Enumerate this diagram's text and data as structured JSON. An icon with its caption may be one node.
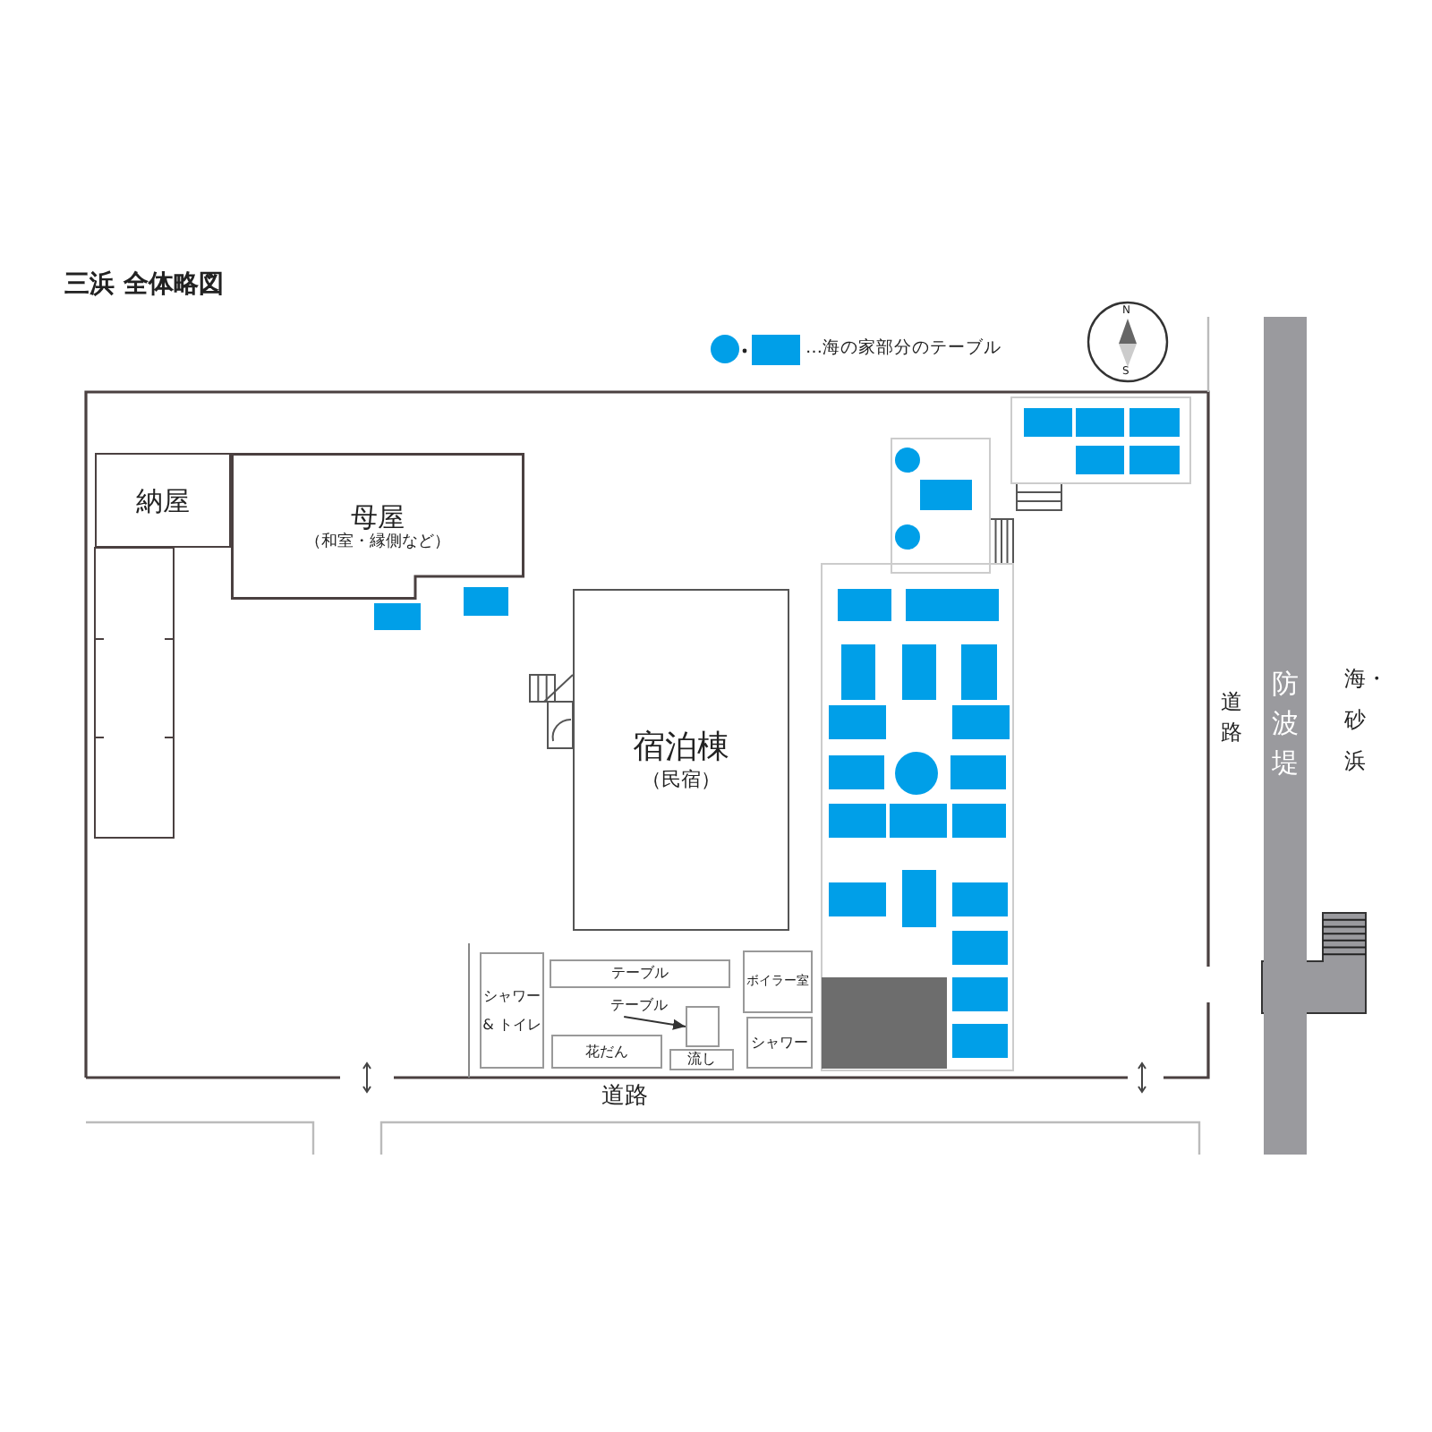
{
  "diagram": {
    "title": "三浜 全体略図",
    "nodes": [
      {
        "text": [
          "納屋"
        ]
      },
      {
        "text": [
          "母屋",
          "（和室・縁側など）"
        ]
      },
      {
        "text": [
          "宿泊棟",
          "（民宿）"
        ]
      },
      {
        "text": [
          "シャワー & トイレ"
        ]
      },
      {
        "text": [
          "テーブル"
        ]
      },
      {
        "text": [
          "テーブル"
        ]
      },
      {
        "text": [],
        "shape": "box"
      },
      {
        "text": [
          "花だん"
        ]
      },
      {
        "text": [
          "流し"
        ]
      },
      {
        "text": [
          "ボイラー室"
        ]
      },
      {
        "text": [
          "シャワー"
        ]
      },
      {
        "text": [
          "防波堤"
        ]
      }
    ],
    "edges": [
      {
        "from": 5,
        "to": 6,
        "arrow": "to"
      }
    ],
    "labels": [
      "N",
      "S",
      "道路",
      "海・砂浜",
      "道路"
    ],
    "legend": [
      {
        "text": "…海の家部分のテーブル",
        "color": "#009fe8"
      }
    ]
  }
}
